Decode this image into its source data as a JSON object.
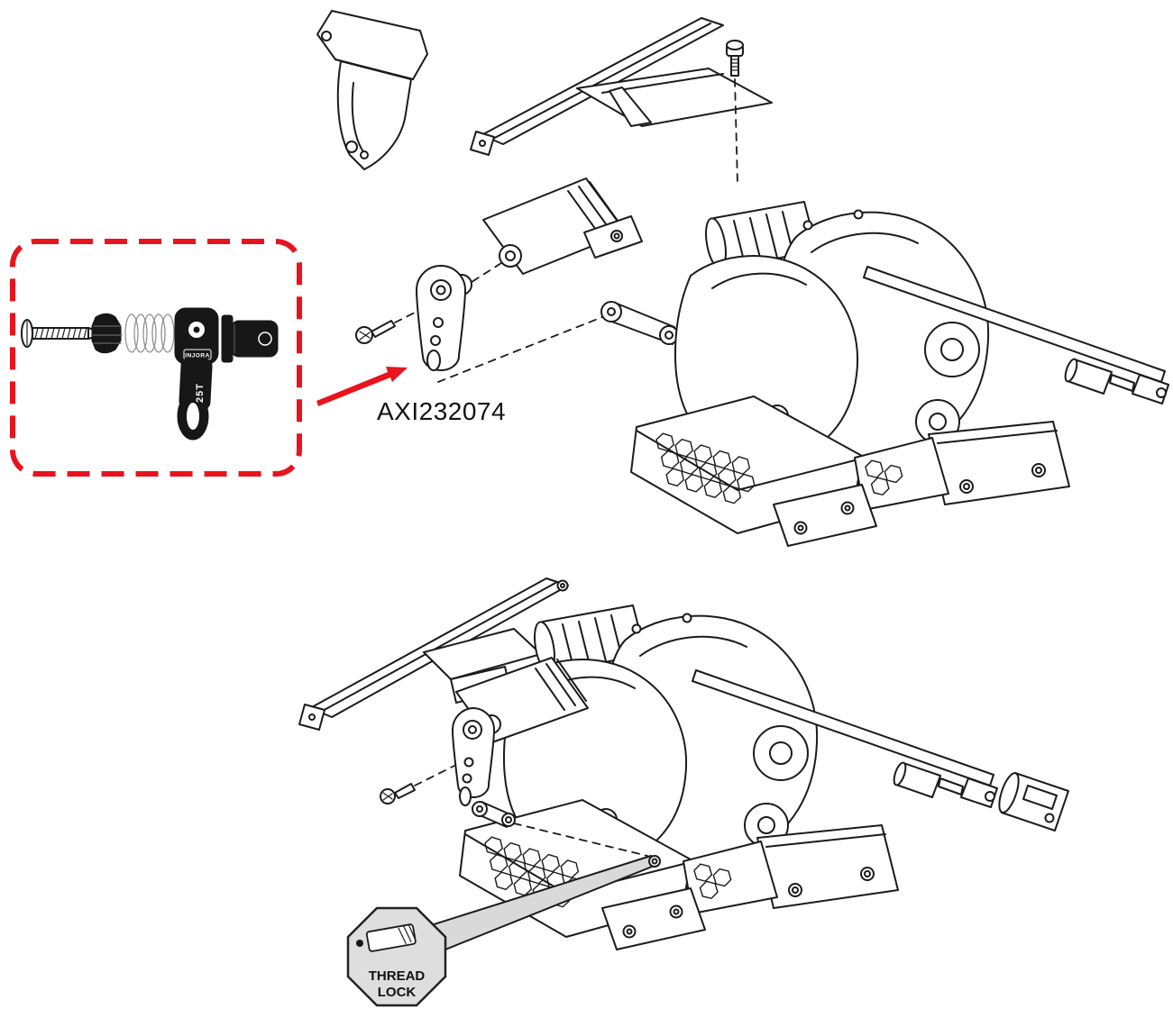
{
  "callout": {
    "part_number": "AXI232074",
    "teeth_label": "25T",
    "brand_label": "INJORA",
    "border_color": "#e8131c",
    "arrow_color": "#e8131c"
  },
  "thread_lock": {
    "line1": "THREAD",
    "line2": "LOCK"
  },
  "diagram": {
    "line_color": "#1b1b1b",
    "background": "#ffffff"
  }
}
